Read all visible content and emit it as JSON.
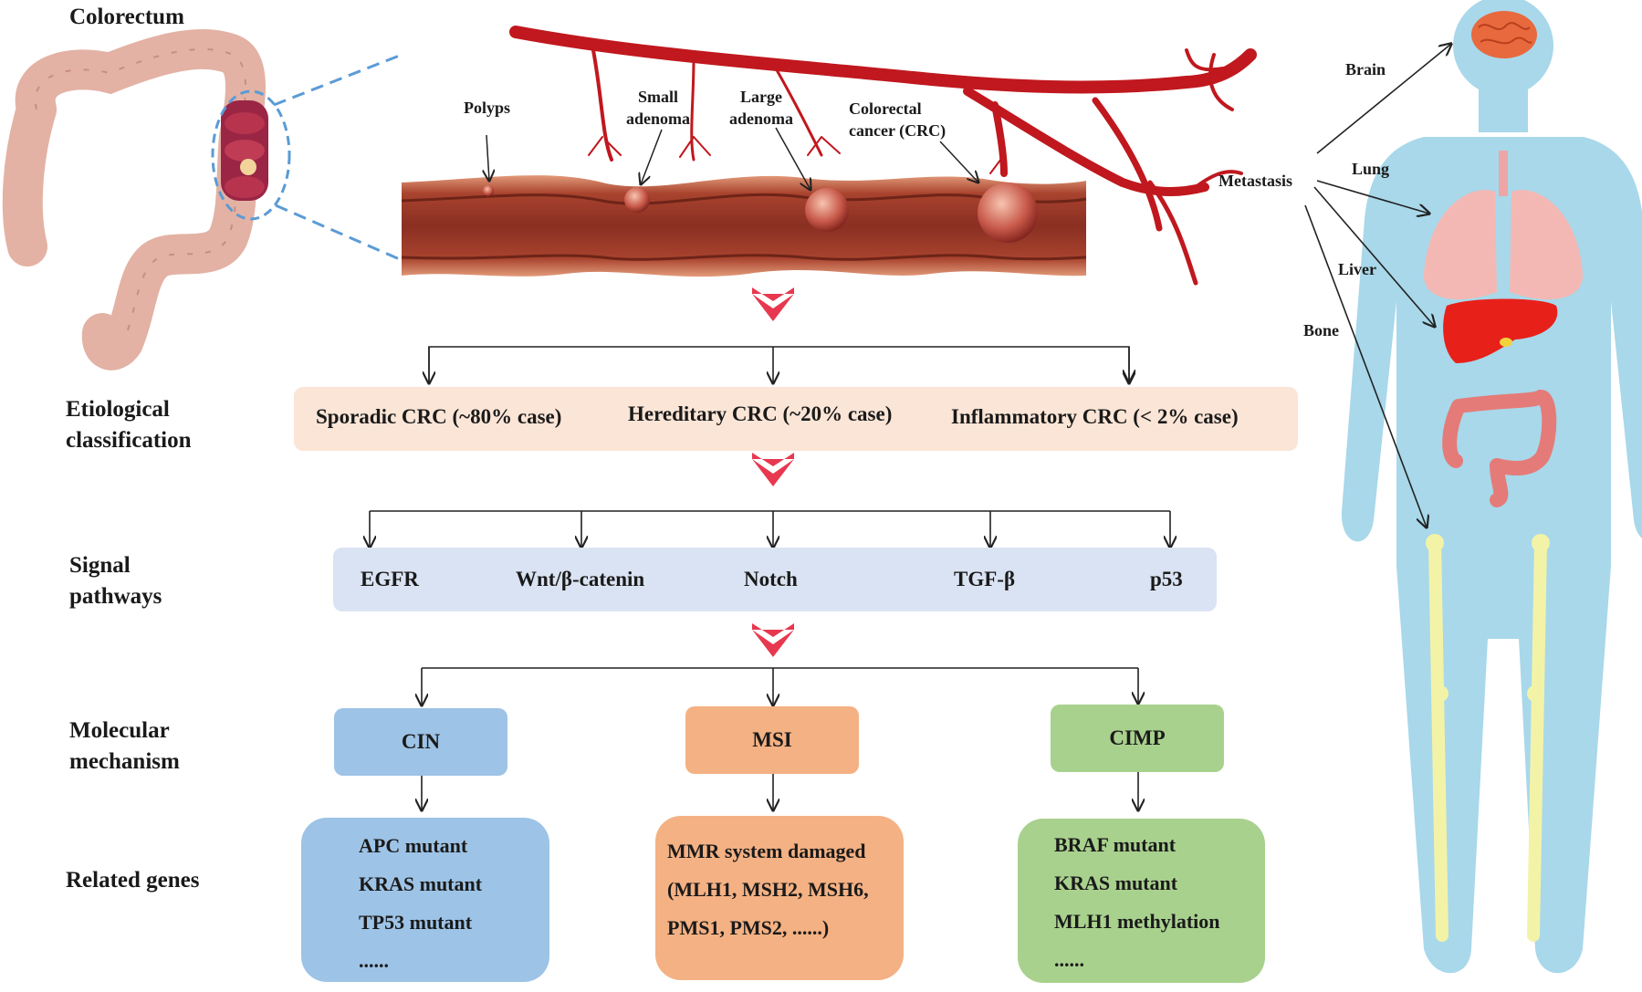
{
  "left_labels": {
    "colorectum": "Colorectum",
    "etiological": [
      "Etiological",
      "classification"
    ],
    "signal": [
      "Signal",
      "pathways"
    ],
    "molecular": [
      "Molecular",
      "mechanism"
    ],
    "related": "Related genes"
  },
  "stages": {
    "polyps": "Polyps",
    "small_adenoma": [
      "Small",
      "adenoma"
    ],
    "large_adenoma": [
      "Large",
      "adenoma"
    ],
    "crc": [
      "Colorectal",
      "cancer (CRC)"
    ]
  },
  "etiology": {
    "sporadic": "Sporadic CRC (~80% case)",
    "hereditary": "Hereditary CRC (~20% case)",
    "inflammatory": "Inflammatory CRC (< 2% case)"
  },
  "pathways": [
    "EGFR",
    "Wnt/β-catenin",
    "Notch",
    "TGF-β",
    "p53"
  ],
  "mechanisms": {
    "cin": "CIN",
    "msi": "MSI",
    "cimp": "CIMP"
  },
  "genes": {
    "cin": [
      "APC mutant",
      "KRAS mutant",
      "TP53 mutant",
      "......"
    ],
    "msi": [
      "MMR system damaged",
      "(MLH1, MSH2, MSH6,",
      "PMS1,  PMS2, ......)"
    ],
    "cimp": [
      "BRAF mutant",
      "KRAS mutant",
      "MLH1 methylation",
      "......"
    ]
  },
  "metastasis": {
    "title": "Metastasis",
    "brain": "Brain",
    "lung": "Lung",
    "liver": "Liver",
    "bone": "Bone"
  },
  "colors": {
    "etiology_bg": "#fbe5d6",
    "pathway_bg": "#dae3f3",
    "cin": "#9dc3e6",
    "msi": "#f4b183",
    "cimp": "#a9d18e",
    "body": "#a8d8ea",
    "chevron": "#e8384f",
    "vessel": "#c0181e",
    "colon": "#e8a89a"
  }
}
